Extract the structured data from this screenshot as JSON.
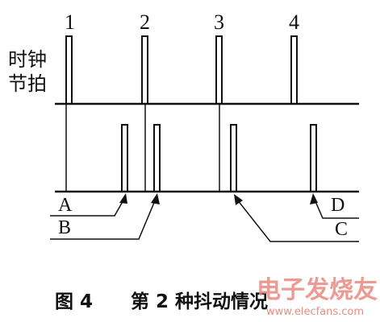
{
  "diagram": {
    "clock_label_line1": "时钟",
    "clock_label_line2": "节拍",
    "pulse_numbers": [
      "1",
      "2",
      "3",
      "4"
    ],
    "edge_labels": {
      "a": "A",
      "b": "B",
      "c": "C",
      "d": "D"
    }
  },
  "caption": {
    "figure": "图 4",
    "title": "第 2 种抖动情况"
  },
  "watermark": {
    "text": "电子发烧友",
    "url": "www.elecfans.com"
  },
  "colors": {
    "ink": "#111111",
    "watermark": "#e98a7f"
  }
}
